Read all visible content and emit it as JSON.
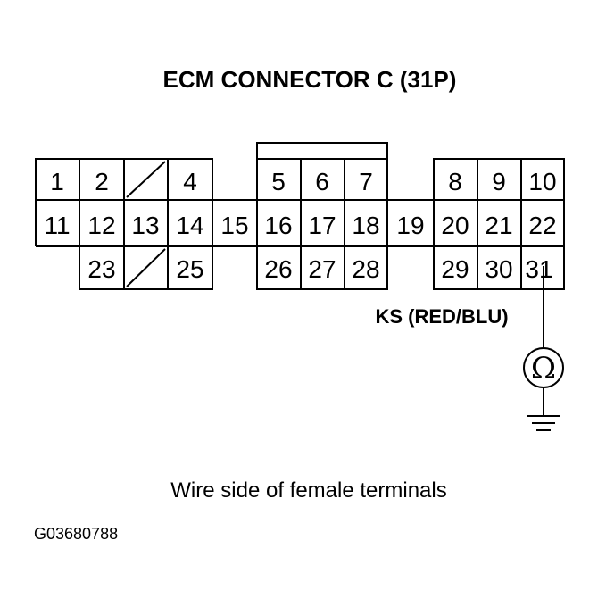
{
  "title": "ECM CONNECTOR C (31P)",
  "connector": {
    "row1": [
      "1",
      "2",
      "",
      "4",
      "5",
      "6",
      "7",
      "8",
      "9",
      "10"
    ],
    "row2": [
      "11",
      "12",
      "13",
      "14",
      "15",
      "16",
      "17",
      "18",
      "19",
      "20",
      "21",
      "22"
    ],
    "row3": [
      "23",
      "",
      "25",
      "26",
      "27",
      "28",
      "29",
      "30",
      "31"
    ],
    "blank_positions_marked_with_slash": true
  },
  "wire_label": "KS (RED/BLU)",
  "meter_symbol": "Ω",
  "caption": "Wire side of female terminals",
  "figure_code": "G03680788"
}
